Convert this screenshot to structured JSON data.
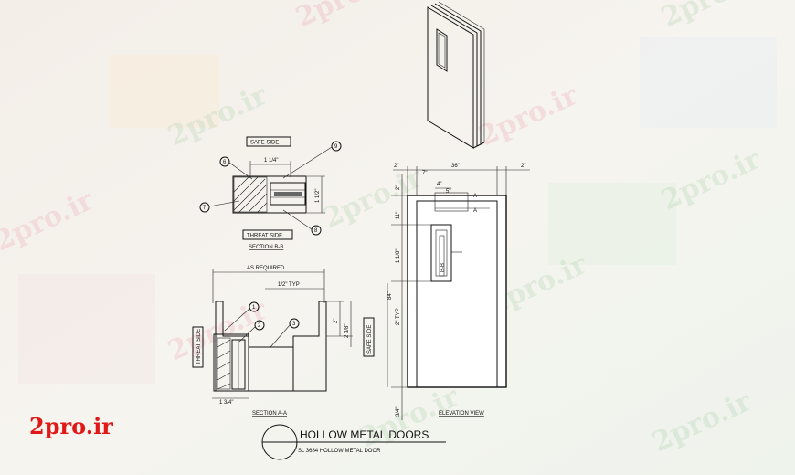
{
  "watermark": {
    "text": "2pro.ir"
  },
  "brand_logo": {
    "text": "2pro.ir"
  },
  "section_b": {
    "top_label": "SAFE SIDE",
    "bottom_label": "THREAT SIDE",
    "caption": "SECTION B-B",
    "dim_width": "1 1/4\"",
    "dim_height": "1 1/2\"",
    "callouts": [
      "6",
      "9",
      "7",
      "8"
    ]
  },
  "section_a": {
    "top_dim": "AS REQUIRED",
    "typ_dim": "1/2\" TYP",
    "side_dim_1": "2\"",
    "side_dim_2": "2 3/8\"",
    "bottom_dim": "1 3/4\"",
    "left_label": "THREAT SIDE",
    "right_label": "SAFE SIDE",
    "caption": "SECTION A-A",
    "callouts": [
      "1",
      "2",
      "3"
    ]
  },
  "elevation": {
    "top_dims": [
      "2\"",
      "7\"",
      "36\"",
      "2\""
    ],
    "left_dims": [
      "2\"",
      "11\"",
      "1 1/8\"",
      "2\" TYP",
      "84\"",
      "3/4\""
    ],
    "inner_dims": [
      "4\"",
      "5\""
    ],
    "section_marks": [
      "A",
      "A"
    ],
    "vision_label": "B-B",
    "caption": "ELEVATION VIEW"
  },
  "title_block": {
    "title": "HOLLOW METAL DOORS",
    "subtitle": "SL 3684 HOLLOW METAL DOOR"
  }
}
